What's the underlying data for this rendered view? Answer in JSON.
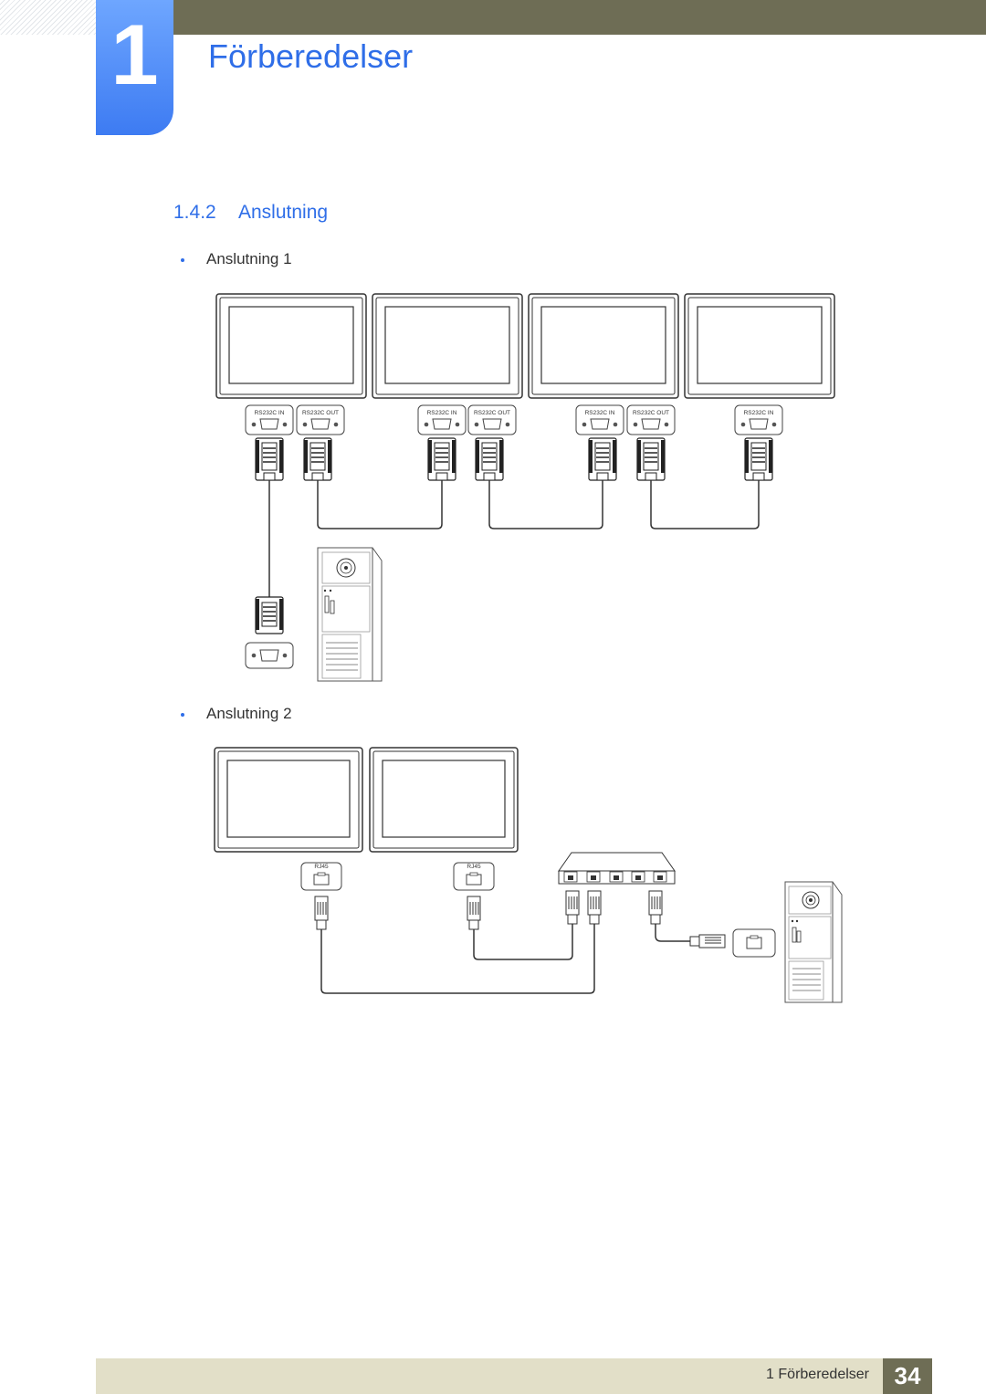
{
  "header": {
    "chapter_number": "1",
    "chapter_title": "Förberedelser"
  },
  "section": {
    "number": "1.4.2",
    "title": "Anslutning"
  },
  "connections": [
    {
      "label": "Anslutning 1",
      "port_labels": {
        "rs232c_in": "RS232C IN",
        "rs232c_out": "RS232C OUT"
      }
    },
    {
      "label": "Anslutning 2",
      "port_labels": {
        "rj45": "RJ45"
      }
    }
  ],
  "footer": {
    "label": "1 Förberedelser",
    "page_number": "34"
  }
}
